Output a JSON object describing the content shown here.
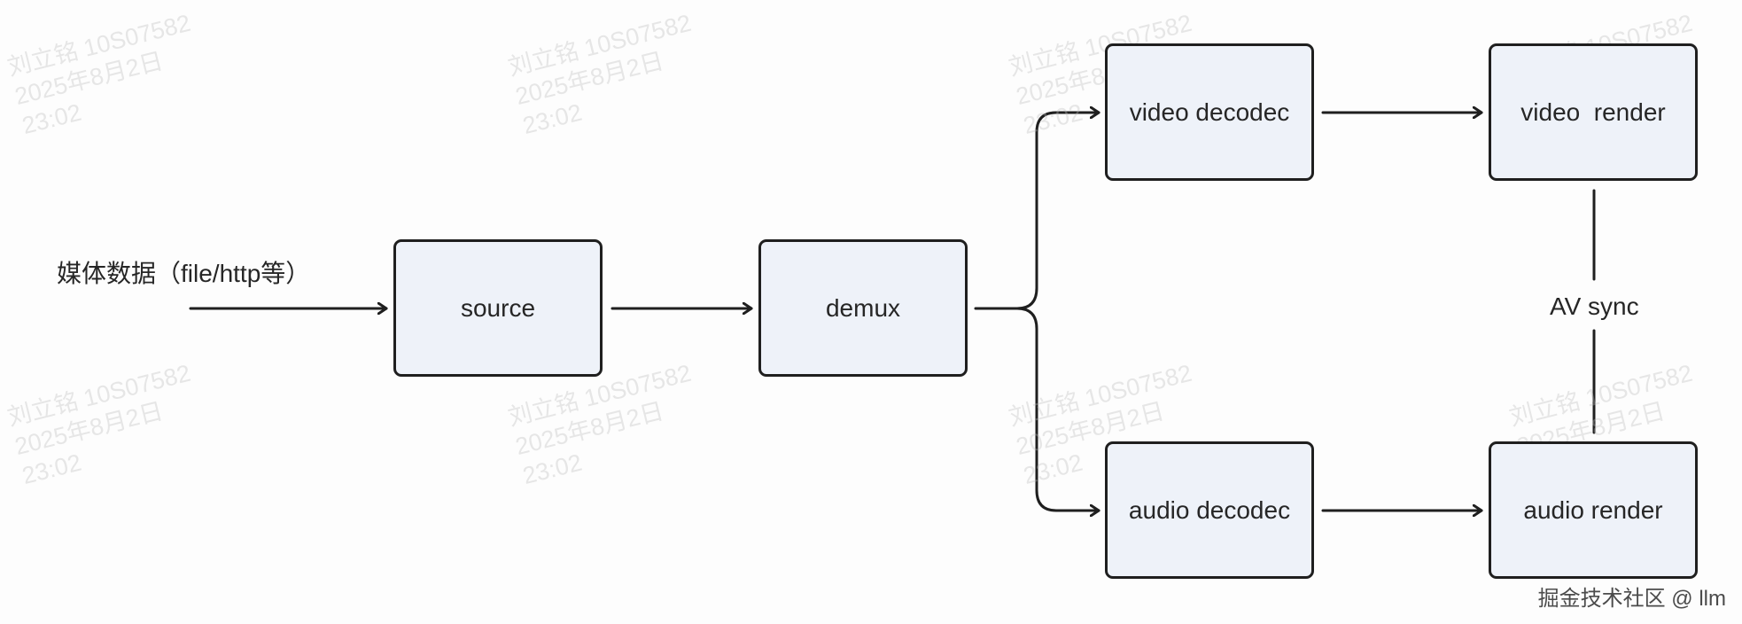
{
  "input_label": "媒体数据（file/http等）",
  "nodes": {
    "source": "source",
    "demux": "demux",
    "video_decodec": "video decodec",
    "audio_decodec": "audio decodec",
    "video_render": "video  render",
    "audio_render": "audio render"
  },
  "sync_label": "AV sync",
  "watermark": {
    "name": "刘立铭 10S07582",
    "date": "2025年8月2日",
    "time": "23:02"
  },
  "footer_watermark": "掘金技术社区 @ llm",
  "colors": {
    "node_fill": "#eef2f9",
    "stroke": "#1f1f1f",
    "background": "#fdfdfd"
  }
}
